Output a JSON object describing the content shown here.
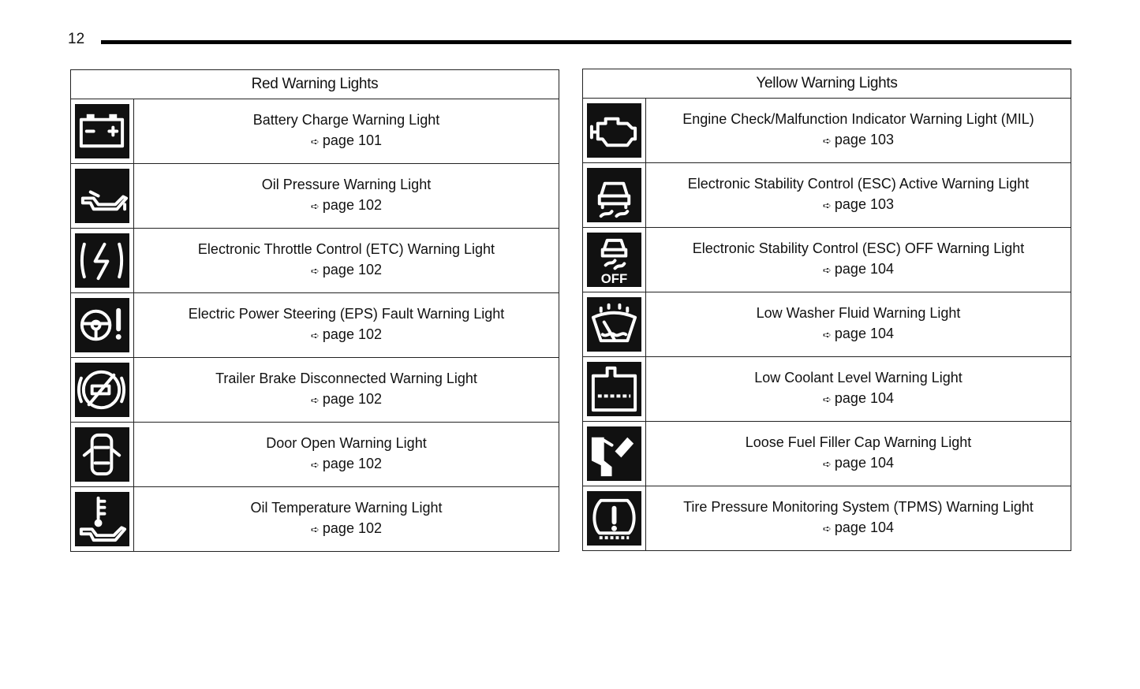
{
  "page_number": "12",
  "red": {
    "title": "Red Warning Lights",
    "rows": [
      {
        "icon": "battery-icon",
        "label": "Battery Charge Warning Light",
        "page": "page 101"
      },
      {
        "icon": "oil-pressure-icon",
        "label": "Oil Pressure Warning Light",
        "page": "page 102"
      },
      {
        "icon": "throttle-control-icon",
        "label": "Electronic Throttle Control (ETC) Warning Light",
        "page": "page 102"
      },
      {
        "icon": "steering-fault-icon",
        "label": "Electric Power Steering (EPS) Fault Warning Light",
        "page": "page 102"
      },
      {
        "icon": "trailer-brake-icon",
        "label": "Trailer Brake Disconnected Warning Light",
        "page": "page 102"
      },
      {
        "icon": "door-open-icon",
        "label": "Door Open Warning Light",
        "page": "page 102"
      },
      {
        "icon": "oil-temperature-icon",
        "label": "Oil Temperature Warning Light",
        "page": "page 102"
      }
    ]
  },
  "yellow": {
    "title": "Yellow Warning Lights",
    "rows": [
      {
        "icon": "engine-check-icon",
        "label": "Engine Check/Malfunction Indicator Warning Light (MIL)",
        "page": "page 103"
      },
      {
        "icon": "esc-active-icon",
        "label": "Electronic Stability Control (ESC) Active Warning Light",
        "page": "page 103"
      },
      {
        "icon": "esc-off-icon",
        "label": "Electronic Stability Control (ESC) OFF Warning Light",
        "page": "page 104",
        "icon_text": "OFF"
      },
      {
        "icon": "washer-fluid-icon",
        "label": "Low Washer Fluid Warning Light",
        "page": "page 104"
      },
      {
        "icon": "coolant-level-icon",
        "label": "Low Coolant Level Warning Light",
        "page": "page 104"
      },
      {
        "icon": "fuel-cap-icon",
        "label": "Loose Fuel Filler Cap Warning Light",
        "page": "page 104"
      },
      {
        "icon": "tire-pressure-icon",
        "label": "Tire Pressure Monitoring System (TPMS) Warning Light",
        "page": "page 104"
      }
    ]
  },
  "arrow_glyph": "➪"
}
